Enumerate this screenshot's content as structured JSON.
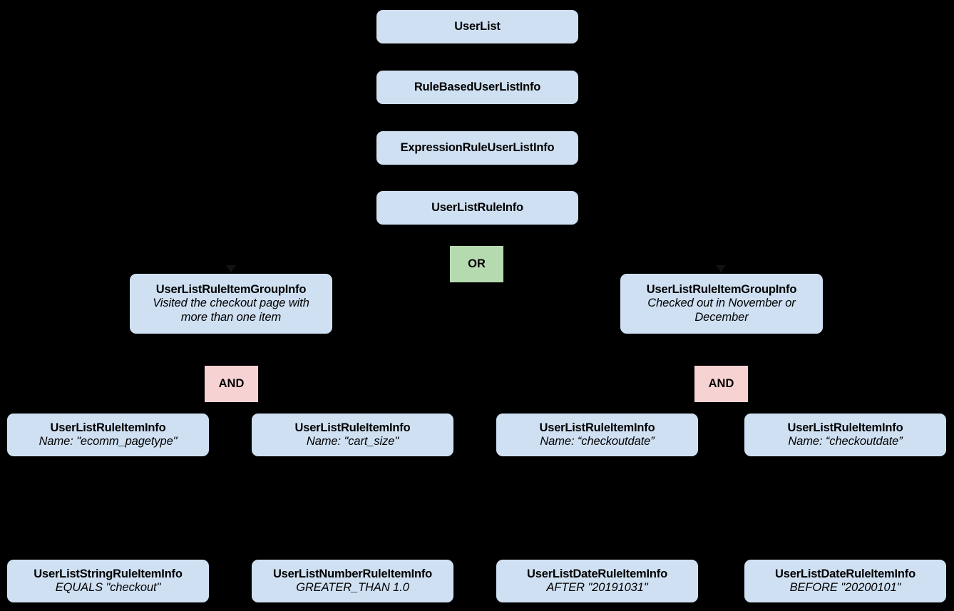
{
  "diagram": {
    "kind": "hierarchy-tree",
    "background_color": "#000000",
    "node_fill": "#cfe0f2",
    "or_fill": "#b6dab0",
    "and_fill": "#f7d2d2",
    "text_color": "#000000",
    "spine": [
      {
        "id": "userlist",
        "title": "UserList"
      },
      {
        "id": "rulebased",
        "title": "RuleBasedUserListInfo"
      },
      {
        "id": "expressionrule",
        "title": "ExpressionRuleUserListInfo"
      },
      {
        "id": "userlistruleinfo",
        "title": "UserListRuleInfo"
      }
    ],
    "operators": {
      "or": "OR",
      "and_left": "AND",
      "and_right": "AND"
    },
    "groups": [
      {
        "id": "group-left",
        "title": "UserListRuleItemGroupInfo",
        "description": "Visited the checkout page with more than one item"
      },
      {
        "id": "group-right",
        "title": "UserListRuleItemGroupInfo",
        "description": "Checked out in November or December"
      }
    ],
    "rule_items": [
      {
        "id": "item-1",
        "title": "UserListRuleItemInfo",
        "description": "Name: \"ecomm_pagetype\""
      },
      {
        "id": "item-2",
        "title": "UserListRuleItemInfo",
        "description": "Name: \"cart_size\""
      },
      {
        "id": "item-3",
        "title": "UserListRuleItemInfo",
        "description": "Name: “checkoutdate”"
      },
      {
        "id": "item-4",
        "title": "UserListRuleItemInfo",
        "description": "Name: “checkoutdate”"
      }
    ],
    "leaf_items": [
      {
        "id": "leaf-1",
        "title": "UserListStringRuleItemInfo",
        "description": "EQUALS \"checkout\""
      },
      {
        "id": "leaf-2",
        "title": "UserListNumberRuleItemInfo",
        "description": "GREATER_THAN 1.0"
      },
      {
        "id": "leaf-3",
        "title": "UserListDateRuleItemInfo",
        "description": "AFTER \"20191031\""
      },
      {
        "id": "leaf-4",
        "title": "UserListDateRuleItemInfo",
        "description": "BEFORE \"20200101\""
      }
    ]
  }
}
